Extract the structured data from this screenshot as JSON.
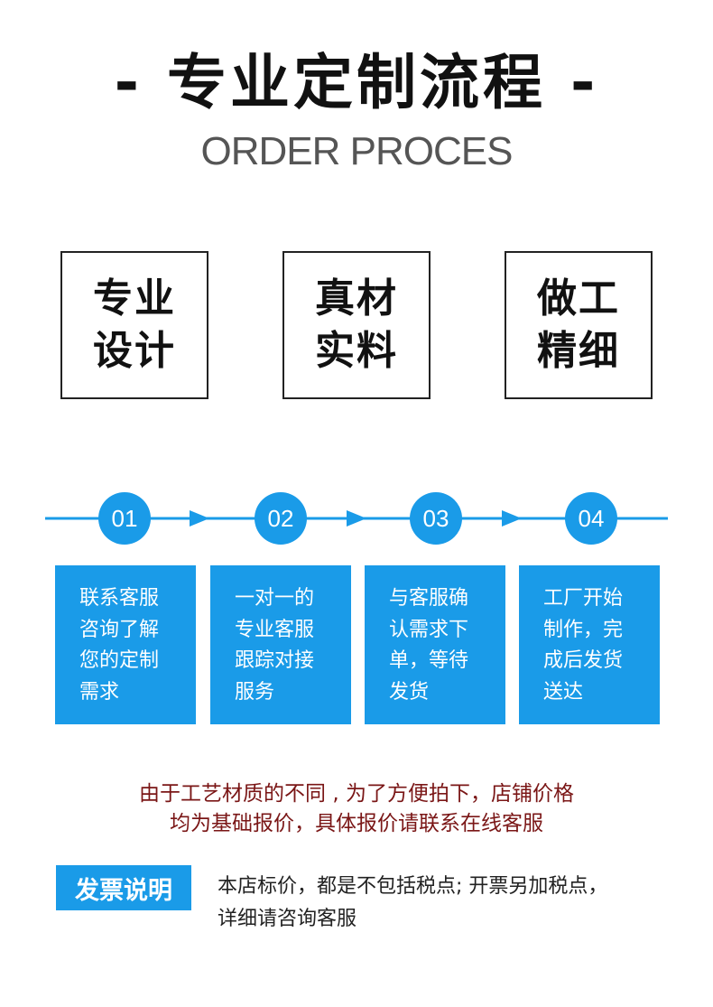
{
  "header": {
    "title": "- 专业定制流程 -",
    "subtitle": "ORDER PROCES"
  },
  "features": [
    {
      "line1": "专业",
      "line2": "设计"
    },
    {
      "line1": "真材",
      "line2": "实料"
    },
    {
      "line1": "做工",
      "line2": "精细"
    }
  ],
  "steps": [
    {
      "number": "01",
      "lines": [
        "联系客服",
        "咨询了解",
        "您的定制",
        "需求"
      ]
    },
    {
      "number": "02",
      "lines": [
        "一对一的",
        "专业客服",
        "跟踪对接",
        "服务"
      ]
    },
    {
      "number": "03",
      "lines": [
        "与客服确",
        "认需求下",
        "单，等待",
        "发货"
      ]
    },
    {
      "number": "04",
      "lines": [
        "工厂开始",
        "制作，完",
        "成后发货",
        "送达"
      ]
    }
  ],
  "notice": {
    "line1": "由于工艺材质的不同 , 为了方便拍下，店铺价格",
    "line2": "均为基础报价，具体报价请联系在线客服"
  },
  "invoice": {
    "label": "发票说明",
    "line1": "本店标价，都是不包括税点; 开票另加税点，",
    "line2": "详细请咨询客服"
  },
  "colors": {
    "accent": "#1a9be8",
    "notice": "#7a1616",
    "title": "#111111",
    "subtitle": "#555555"
  }
}
